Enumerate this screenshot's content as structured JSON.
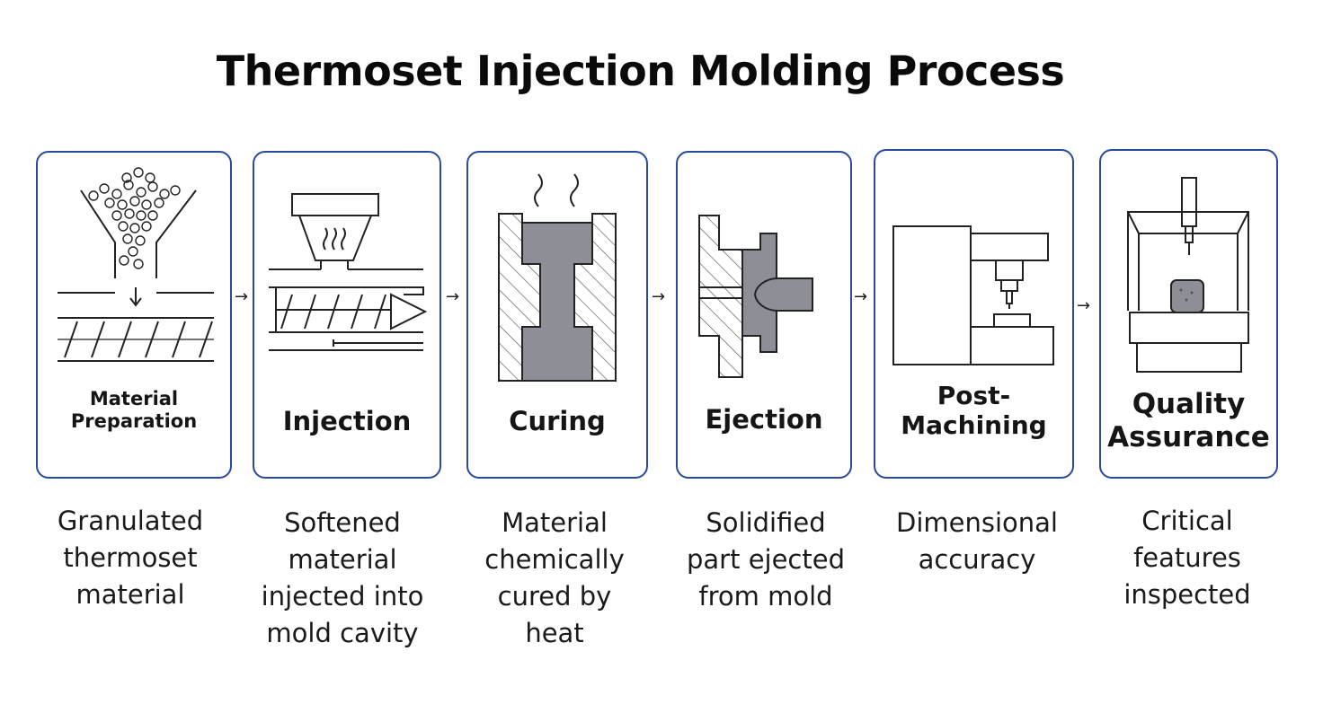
{
  "title": "Thermoset Injection Molding Process",
  "steps": [
    {
      "label": "Material Preparation",
      "label_lines": [
        "Material",
        "Preparation"
      ],
      "description": "Granulated\nthermoset\nmaterial",
      "icon": "hopper-screw-icon"
    },
    {
      "label": "Injection",
      "label_lines": [
        "Injection"
      ],
      "description": "Softened\nmaterial\ninjected into\nmold cavity",
      "icon": "injection-barrel-icon"
    },
    {
      "label": "Curing",
      "label_lines": [
        "Curing"
      ],
      "description": "Material\nchemically\ncured by\nheat",
      "icon": "heated-mold-icon"
    },
    {
      "label": "Ejection",
      "label_lines": [
        "Ejection"
      ],
      "description": "Solidified\npart ejected\nfrom mold",
      "icon": "mold-ejection-icon"
    },
    {
      "label": "Post-Machining",
      "label_lines": [
        "Post-",
        "Machining"
      ],
      "description": "Dimensional\naccuracy",
      "icon": "milling-machine-icon"
    },
    {
      "label": "Quality Assurance",
      "label_lines": [
        "Quality",
        "Assurance"
      ],
      "description": "Critical\nfeatures\ninspected",
      "icon": "cmm-inspection-icon"
    }
  ],
  "connector_glyph": "→",
  "colors": {
    "card_border": "#2a4aa0",
    "part_fill": "#8e8e96",
    "line": "#222222"
  }
}
